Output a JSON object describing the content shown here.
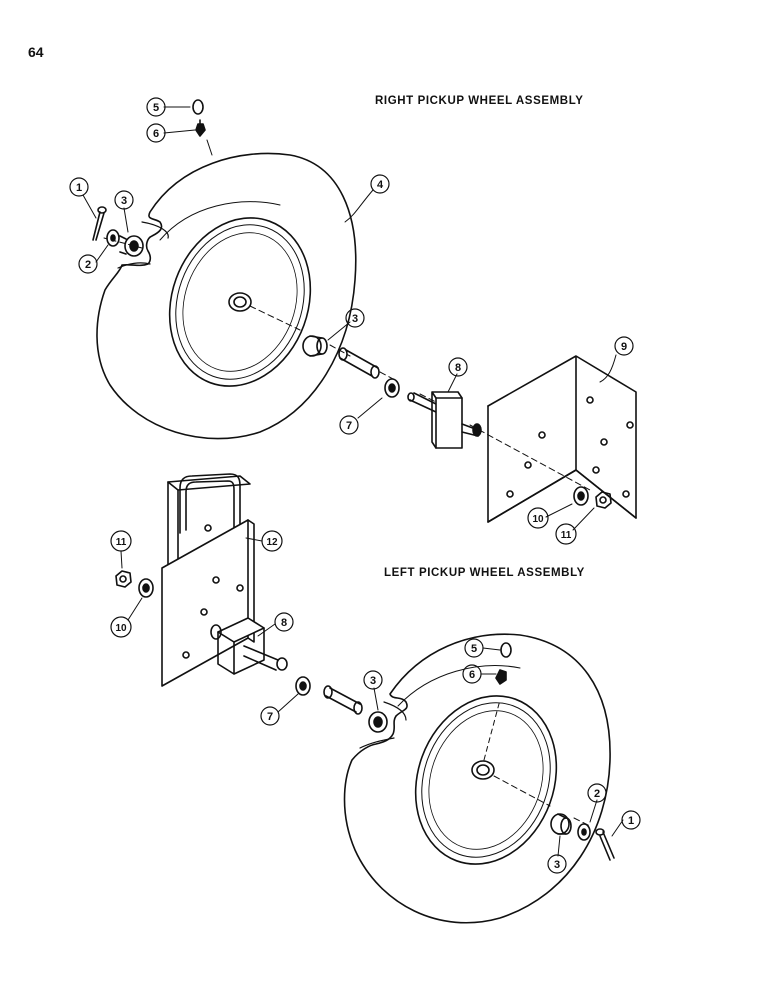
{
  "page": {
    "number": "64"
  },
  "assemblies": {
    "right": {
      "title": "RIGHT PICKUP WHEEL ASSEMBLY"
    },
    "left": {
      "title": "LEFT PICKUP WHEEL ASSEMBLY"
    }
  },
  "callouts": {
    "r5": "5",
    "r6": "6",
    "r1": "1",
    "r3a": "3",
    "r4": "4",
    "r2": "2",
    "r3b": "3",
    "r8": "8",
    "r9": "9",
    "r7": "7",
    "r10": "10",
    "r11": "11",
    "l11": "11",
    "l12": "12",
    "l10": "10",
    "l8": "8",
    "l5": "5",
    "l6": "6",
    "l3a": "3",
    "l7": "7",
    "l2": "2",
    "l1": "1",
    "l3b": "3"
  }
}
